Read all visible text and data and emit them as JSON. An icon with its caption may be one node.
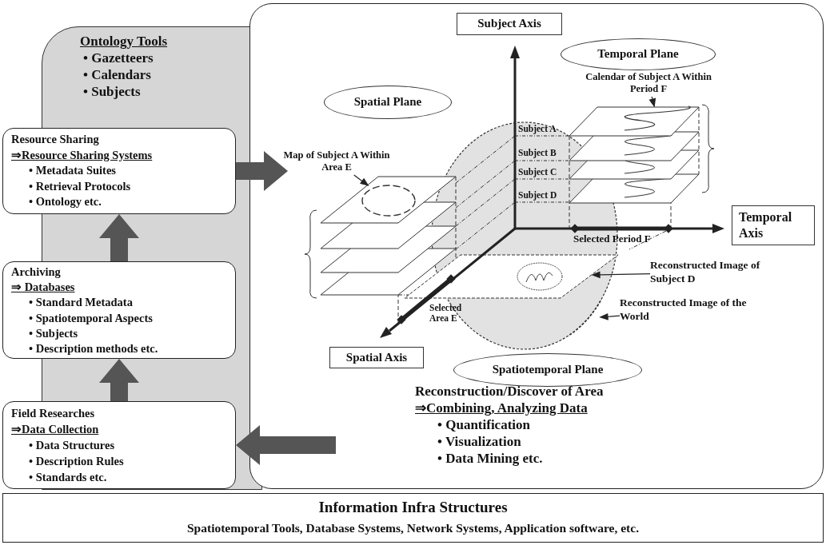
{
  "diagram": {
    "nodes": [
      {
        "text": [
          "Ontology Tools",
          "• Gazetteers",
          "• Calendars",
          "• Subjects"
        ]
      },
      {
        "text": [
          "Resource Sharing",
          "⇒Resource Sharing Systems",
          "• Metadata Suites",
          "• Retrieval Protocols",
          "• Ontology etc."
        ]
      },
      {
        "text": [
          "Archiving",
          "⇒ Databases",
          "• Standard Metadata",
          "• Spatiotemporal Aspects",
          "• Subjects",
          "• Description methods etc."
        ]
      },
      {
        "text": [
          "Field Researches",
          "⇒Data Collection",
          "• Data Structures",
          "• Description Rules",
          "• Standards etc."
        ]
      },
      {
        "text": [
          "Reconstruction/Discover of Area",
          "⇒Combining, Analyzing Data",
          "• Quantification",
          "• Visualization",
          "• Data Mining etc."
        ]
      },
      {
        "text": [
          "Subject Axis"
        ],
        "in": 4
      },
      {
        "text": [
          "Temporal Plane"
        ],
        "in": 4
      },
      {
        "text": [
          "Calendar of Subject A Within Period F"
        ],
        "in": 4
      },
      {
        "text": [
          "Spatial Plane"
        ],
        "in": 4
      },
      {
        "text": [
          "Map of Subject A Within Area E"
        ],
        "in": 4
      },
      {
        "text": [
          "Temporal Axis"
        ],
        "in": 4
      },
      {
        "text": [
          "Reconstructed Image of Subject D"
        ],
        "in": 4
      },
      {
        "text": [
          "Reconstructed Image of the World"
        ],
        "in": 4
      },
      {
        "text": [
          "Spatial Axis"
        ],
        "in": 4
      },
      {
        "text": [
          "Spatiotemporal Plane"
        ],
        "in": 4
      },
      {
        "text": [],
        "shape": "picture",
        "in": 4
      },
      {
        "text": [],
        "shape": "circle",
        "in": 4
      },
      {
        "text": [],
        "shape": "box",
        "in": 4
      },
      {
        "text": [],
        "shape": "circle",
        "in": 4
      },
      {
        "text": [
          "Information Infra Structures",
          "Spatiotemporal Tools, Database Systems, Network Systems, Application software, etc."
        ]
      }
    ],
    "edges": [
      {
        "from": 1,
        "to": 4,
        "arrow": "to",
        "style": "thick",
        "color": "#555555"
      },
      {
        "from": 2,
        "to": 1,
        "arrow": "to",
        "style": "thick",
        "color": "#555555"
      },
      {
        "from": 3,
        "to": 2,
        "arrow": "to",
        "style": "thick",
        "color": "#555555"
      },
      {
        "from": 4,
        "to": 3,
        "arrow": "to",
        "style": "thick",
        "color": "#555555"
      },
      {
        "from": 7,
        "to": 15,
        "arrow": "to"
      },
      {
        "from": 9,
        "to": 16,
        "arrow": "to"
      },
      {
        "from": 11,
        "to": 17,
        "arrow": "to"
      },
      {
        "from": 12,
        "to": 18,
        "arrow": "to"
      }
    ],
    "labels": [
      "Subject A",
      "Subject B",
      "Subject C",
      "Subject D",
      "Selected Period F",
      "Selected Area E"
    ]
  }
}
